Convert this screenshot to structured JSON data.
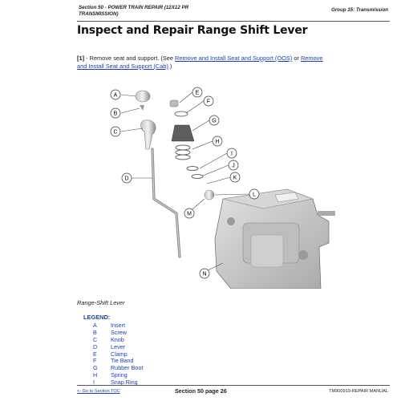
{
  "header": {
    "left": "Section 50 - POWER TRAIN REPAIR (12X12 PR TRANSMISSION)",
    "right": "Group 15: Transmission"
  },
  "title": "Inspect and Repair Range Shift Lever",
  "step": {
    "number": "[1]",
    "text": " - Remove seat and support. (See ",
    "link1": "Remove and Install Seat and Support (OOS)",
    "or": " or ",
    "link2": "Remove and Install Seat and Support (Cab)",
    "end": ".)"
  },
  "figure": {
    "callouts": [
      "A",
      "B",
      "C",
      "D",
      "E",
      "F",
      "G",
      "H",
      "I",
      "J",
      "K",
      "L",
      "M",
      "N"
    ]
  },
  "caption": "Range-Shift Lever",
  "legend": {
    "title": "LEGEND:",
    "items": [
      {
        "letter": "A",
        "label": "Insert"
      },
      {
        "letter": "B",
        "label": "Screw"
      },
      {
        "letter": "C",
        "label": "Knob"
      },
      {
        "letter": "D",
        "label": "Lever"
      },
      {
        "letter": "E",
        "label": "Clamp"
      },
      {
        "letter": "F",
        "label": "Tie Band"
      },
      {
        "letter": "G",
        "label": "Rubber Boot"
      },
      {
        "letter": "H",
        "label": "Spring"
      },
      {
        "letter": "I",
        "label": "Snap Ring"
      }
    ]
  },
  "footer": {
    "left": "<- Go to Section TOC",
    "center": "Section 50 page 26",
    "right": "TM900919-REPAIR MANUAL"
  }
}
